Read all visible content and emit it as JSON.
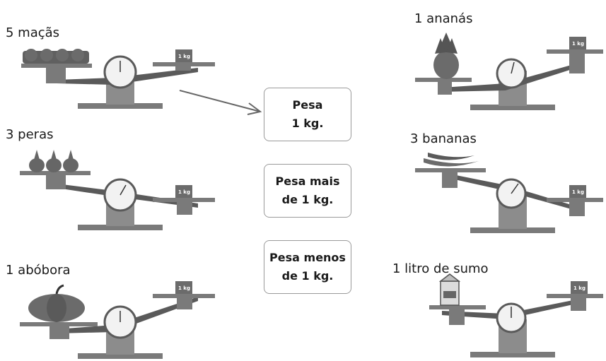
{
  "items": [
    {
      "label": "5 maçãs",
      "fruit": "apples-icon",
      "tilt": "left-down"
    },
    {
      "label": "3 peras",
      "fruit": "pears-icon",
      "tilt": "left-up"
    },
    {
      "label": "1 abóbora",
      "fruit": "pumpkin-icon",
      "tilt": "left-down"
    },
    {
      "label": "1 ananás",
      "fruit": "pineapple-icon",
      "tilt": "left-down"
    },
    {
      "label": "3 bananas",
      "fruit": "bananas-icon",
      "tilt": "left-up"
    },
    {
      "label": "1 litro de sumo",
      "fruit": "juice-carton-icon",
      "tilt": "left-down"
    }
  ],
  "weight_label": "1 kg",
  "boxes": [
    {
      "line1": "Pesa",
      "line2": "1 kg."
    },
    {
      "line1": "Pesa mais",
      "line2": "de  1 kg."
    },
    {
      "line1": "Pesa menos",
      "line2": "de 1 kg."
    }
  ],
  "colors": {
    "scale_body": "#8c8c8c",
    "scale_dark": "#5a5a5a",
    "dial": "#f2f2f2",
    "box_border": "#9a9a9a",
    "arrow": "#666666"
  }
}
